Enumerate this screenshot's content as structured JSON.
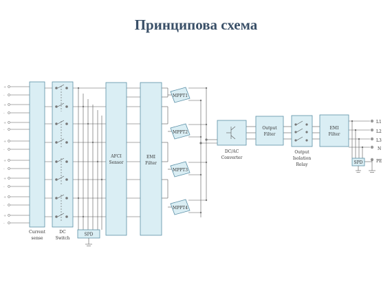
{
  "title": "Принципова схема",
  "labels": {
    "current_sense_1": "Current",
    "current_sense_2": "sense",
    "dc_switch_1": "DC",
    "dc_switch_2": "Switch",
    "spd_left": "SPD",
    "afci_1": "AFCI",
    "afci_2": "Sensor",
    "emi_1": "EMI",
    "emi_2": "Filter",
    "mppt1": "MPPT1",
    "mppt2": "MPPT2",
    "mppt3": "MPPT3",
    "mppt4": "MPPT4",
    "dcac_1": "DC/AC",
    "dcac_2": "Converter",
    "outfilter_1": "Output",
    "outfilter_2": "Filter",
    "relay_1": "Output",
    "relay_2": "Isolation",
    "relay_3": "Relay",
    "emi_out_1": "EMI",
    "emi_out_2": "Filter",
    "spd_right": "SPD",
    "l1": "L1",
    "l2": "L2",
    "l3": "L3",
    "n": "N",
    "pe": "PE"
  },
  "inputs": [
    "+",
    "-",
    "+",
    "-",
    "+",
    "-",
    "+",
    "-",
    "+",
    "-",
    "+",
    "-",
    "+",
    "-",
    "+",
    "-"
  ],
  "colors": {
    "box_fill": "#daeef4",
    "box_stroke": "#5a8fa6",
    "wire": "#555555",
    "title": "#3a5068"
  }
}
